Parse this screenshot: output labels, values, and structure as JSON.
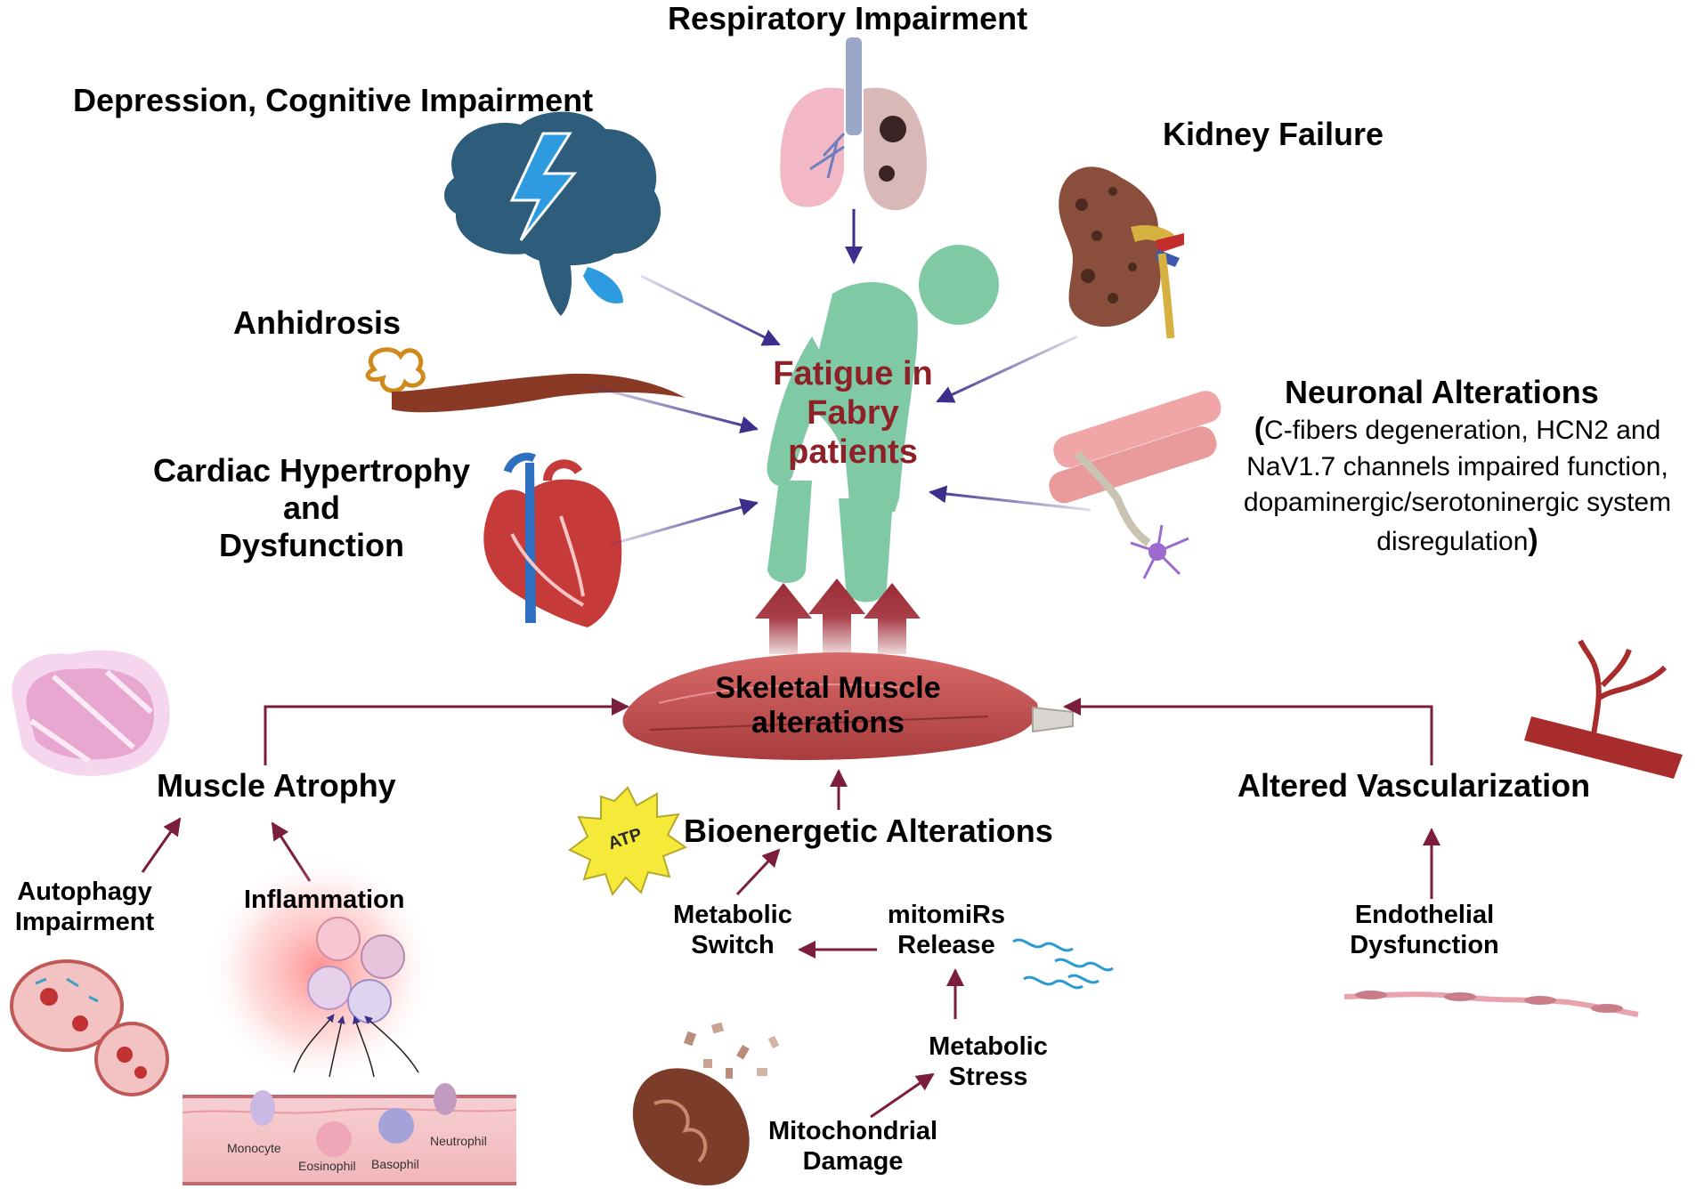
{
  "center": {
    "title_lines": [
      "Fatigue in",
      "Fabry",
      "patients"
    ]
  },
  "causes": {
    "respiratory": "Respiratory Impairment",
    "depression": "Depression, Cognitive Impairment",
    "kidney": "Kidney Failure",
    "anhidrosis": "Anhidrosis",
    "cardiac_lines": [
      "Cardiac Hypertrophy",
      "and",
      "Dysfunction"
    ],
    "neuronal_title": "Neuronal Alterations",
    "neuronal_desc_lines": [
      "C-fibers degeneration, HCN2 and",
      "NaV1.7 channels impaired function,",
      "dopaminergic/serotoninergic system",
      "disregulation"
    ],
    "paren_open": "(",
    "paren_close": ")"
  },
  "muscle": {
    "label_lines": [
      "Skeletal Muscle",
      "alterations"
    ]
  },
  "atrophy": {
    "title": "Muscle Atrophy",
    "autophagy_lines": [
      "Autophagy",
      "Impairment"
    ],
    "inflammation": "Inflammation",
    "cells": [
      "Monocyte",
      "Eosinophil",
      "Basophil",
      "Neutrophil"
    ]
  },
  "bioenergetic": {
    "title": "Bioenergetic Alterations",
    "atp": "ATP",
    "metabolic_switch_lines": [
      "Metabolic",
      "Switch"
    ],
    "mitomirs_lines": [
      "mitomiRs",
      "Release"
    ],
    "metabolic_stress_lines": [
      "Metabolic",
      "Stress"
    ],
    "mito_damage_lines": [
      "Mitochondrial",
      "Damage"
    ]
  },
  "vascular": {
    "title": "Altered Vascularization",
    "endothelial_lines": [
      "Endothelial",
      "Dysfunction"
    ]
  },
  "colors": {
    "purple_arrow": "#3d2e8c",
    "maroon_arrow": "#7a1e3c",
    "title_red": "#8e2027",
    "figure_green": "#7fc9a5"
  }
}
